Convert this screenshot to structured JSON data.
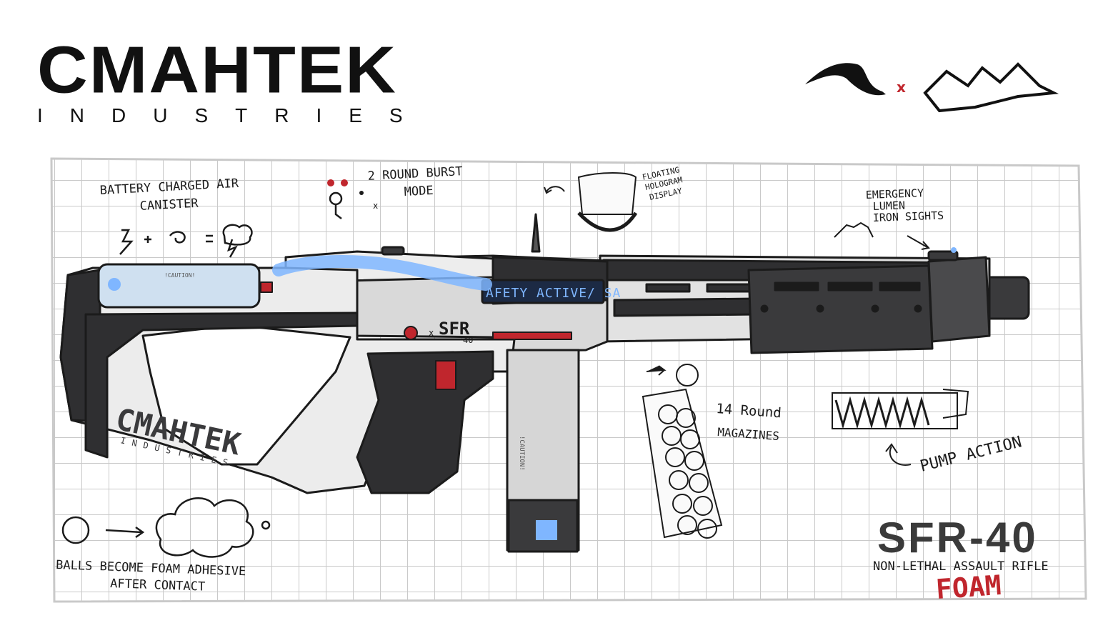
{
  "brand": {
    "name": "CMAHTEK",
    "subtitle": "INDUSTRIES"
  },
  "collab": {
    "separator": "x"
  },
  "notes": {
    "battery": [
      "BATTERY CHARGED AIR",
      "CANISTER"
    ],
    "burst": [
      "2 ROUND BURST",
      "MODE"
    ],
    "burst_x": "x",
    "hologram": [
      "FLOATING",
      "HOLOGRAM",
      "DISPLAY"
    ],
    "sights": [
      "EMERGENCY",
      "LUMEN",
      "IRON SIGHTS"
    ],
    "magazines": [
      "14 Round",
      "MAGAZINES"
    ],
    "pump": "PUMP ACTION",
    "balls": [
      "BALLS BECOME FOAM ADHESIVE",
      "AFTER CONTACT"
    ]
  },
  "weapon": {
    "display_text": "AFETY ACTIVE/ SA",
    "receiver_mark": "SFR",
    "receiver_sub": "40",
    "receiver_x": "x",
    "stock_brand": "CMAHTEK",
    "stock_sub": "INDUSTRIES",
    "canister_label": "!CAUTION!",
    "mag_label": "!CAUTION!"
  },
  "product": {
    "model": "SFR-40",
    "description": "NON-LETHAL ASSAULT RIFLE",
    "variant": "FOAM"
  },
  "colors": {
    "accent_red": "#c0262d",
    "glow_blue": "#7fb6ff",
    "grid": "#c9c9c9",
    "dark": "#2b2b2d"
  }
}
